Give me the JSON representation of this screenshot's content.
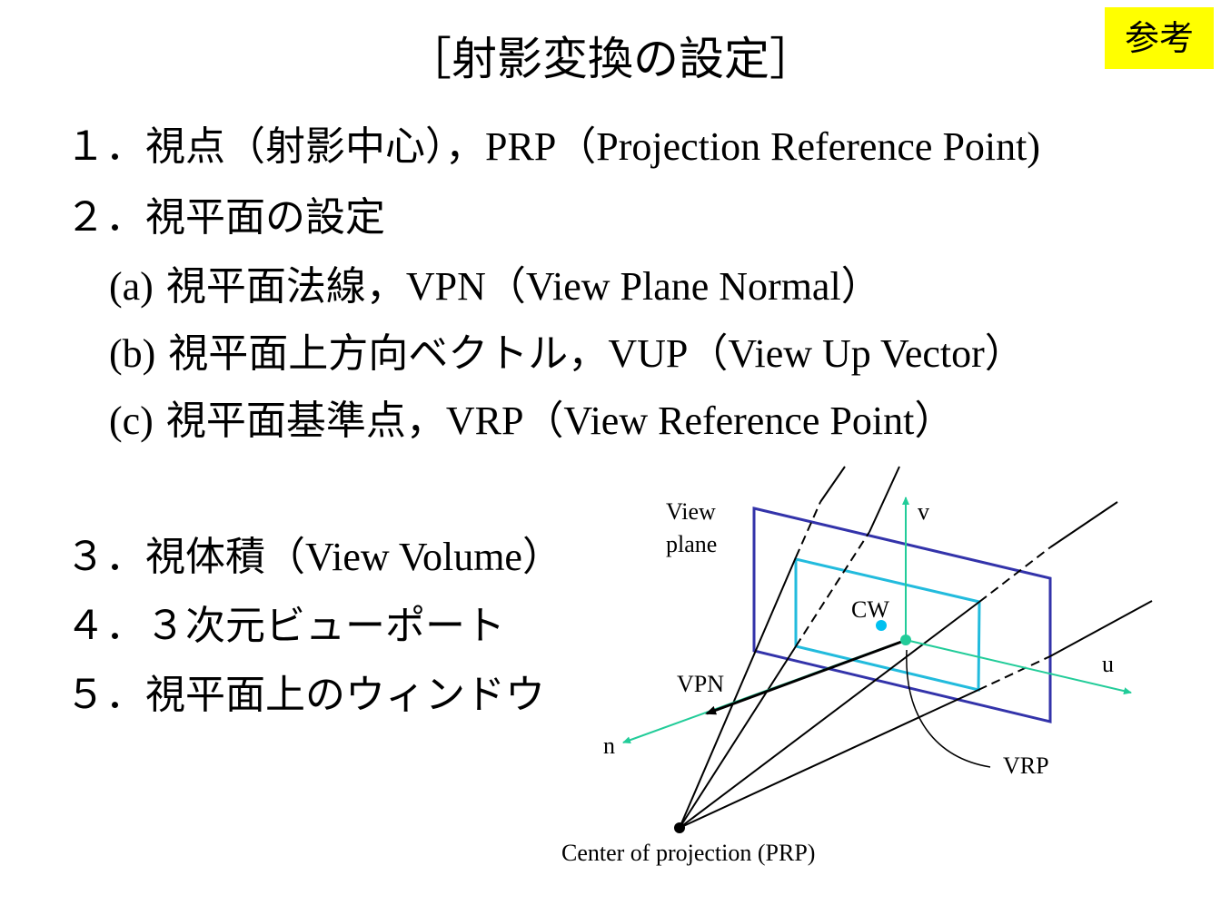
{
  "badge": "参考",
  "title": "［射影変換の設定］",
  "items": [
    {
      "num": "１．",
      "jp": "視点（射影中心），",
      "en": "PRP（Projection Reference Point)"
    },
    {
      "num": "２．",
      "jp": "視平面の設定",
      "en": ""
    },
    {
      "num": "(a)",
      "jp": " 視平面法線，",
      "en": "VPN（View Plane Normal）"
    },
    {
      "num": "(b)",
      "jp": " 視平面上方向ベクトル，",
      "en": "VUP（View Up Vector）"
    },
    {
      "num": "(c)",
      "jp": " 視平面基準点，",
      "en": "VRP（View Reference Point）"
    },
    {
      "num": "３．",
      "jp": "視体積（",
      "en": "View Volume）"
    },
    {
      "num": "４．",
      "jp": "３次元ビューポート",
      "en": ""
    },
    {
      "num": "５．",
      "jp": "視平面上のウィンドウ",
      "en": ""
    }
  ],
  "diagram": {
    "view_plane_label_1": "View",
    "view_plane_label_2": "plane",
    "v_label": "v",
    "u_label": "u",
    "n_label": "n",
    "cw_label": "CW",
    "vpn_label": "VPN",
    "vrp_label": "VRP",
    "prp_label": "Center of projection (PRP)",
    "colors": {
      "plane": "#3333aa",
      "window": "#22bbdd",
      "axes": "#22cc99",
      "cw_dot": "#00c0f0",
      "lines": "#000000"
    }
  }
}
